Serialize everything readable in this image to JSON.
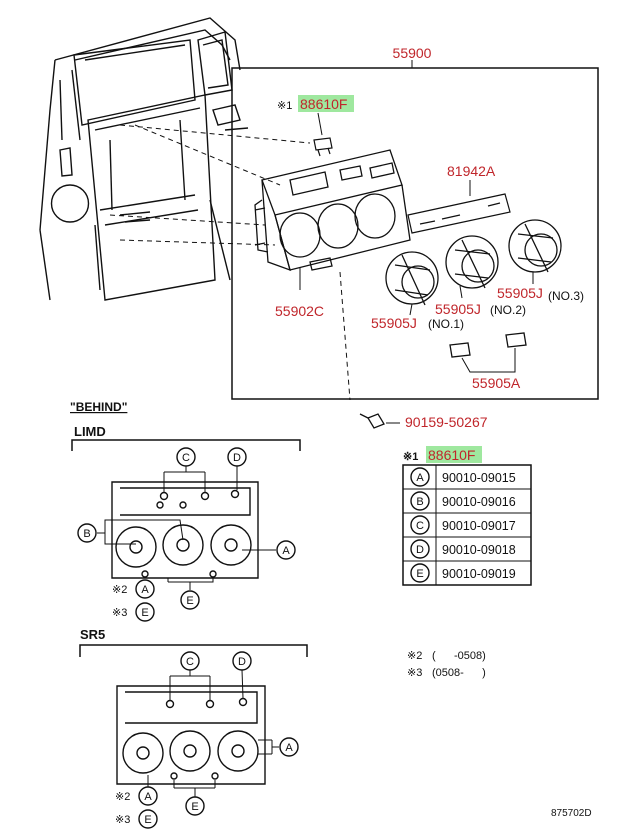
{
  "main_assembly": {
    "part": "55900"
  },
  "parts": {
    "bulb_top": {
      "mark": "※1",
      "part": "88610F"
    },
    "panel_label": {
      "part": "81942A"
    },
    "bezel": {
      "part": "55902C"
    },
    "knob_no1": {
      "part": "55905J",
      "note": "(NO.1)"
    },
    "knob_no2": {
      "part": "55905J",
      "note": "(NO.2)"
    },
    "knob_no3": {
      "part": "55905J",
      "note": "(NO.3)"
    },
    "button_knobs": {
      "part": "55905A"
    },
    "screw": {
      "part": "90159-50267"
    }
  },
  "behind": {
    "heading": "\"BEHIND\""
  },
  "limd": {
    "heading": "LIMD"
  },
  "sr5": {
    "heading": "SR5"
  },
  "markers": {
    "a": "A",
    "b": "B",
    "c": "C",
    "d": "D",
    "e": "E"
  },
  "footnote_marks": {
    "m2": "※2",
    "m3": "※3"
  },
  "bulb_table": {
    "header": {
      "mark": "※1",
      "part": "88610F"
    },
    "rows": [
      {
        "letter": "A",
        "part": "90010-09015"
      },
      {
        "letter": "B",
        "part": "90010-09016"
      },
      {
        "letter": "C",
        "part": "90010-09017"
      },
      {
        "letter": "D",
        "part": "90010-09018"
      },
      {
        "letter": "E",
        "part": "90010-09019"
      }
    ]
  },
  "legend": [
    {
      "mark": "※2",
      "text": "(      -0508)"
    },
    {
      "mark": "※3",
      "text": "(0508-      )"
    }
  ],
  "diagram_id": "875702D",
  "colors": {
    "part_number": "#c0262b",
    "highlight": "#7fe07f",
    "line": "#111111"
  }
}
